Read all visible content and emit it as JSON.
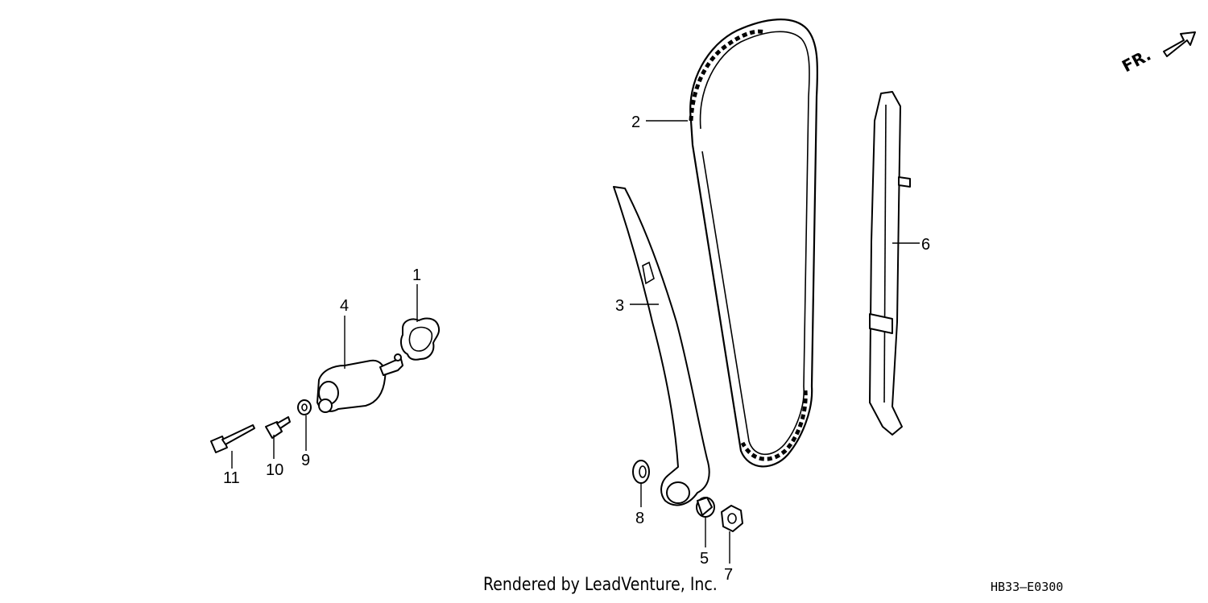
{
  "diagram": {
    "callouts": [
      {
        "id": "1",
        "label": "1"
      },
      {
        "id": "2",
        "label": "2"
      },
      {
        "id": "3",
        "label": "3"
      },
      {
        "id": "4",
        "label": "4"
      },
      {
        "id": "5",
        "label": "5"
      },
      {
        "id": "6",
        "label": "6"
      },
      {
        "id": "7",
        "label": "7"
      },
      {
        "id": "8",
        "label": "8"
      },
      {
        "id": "9",
        "label": "9"
      },
      {
        "id": "10",
        "label": "10"
      },
      {
        "id": "11",
        "label": "11"
      }
    ],
    "front_indicator": "FR.",
    "footer_text": "Rendered by LeadVenture, Inc.",
    "diagram_code": "HB33—E0300"
  }
}
